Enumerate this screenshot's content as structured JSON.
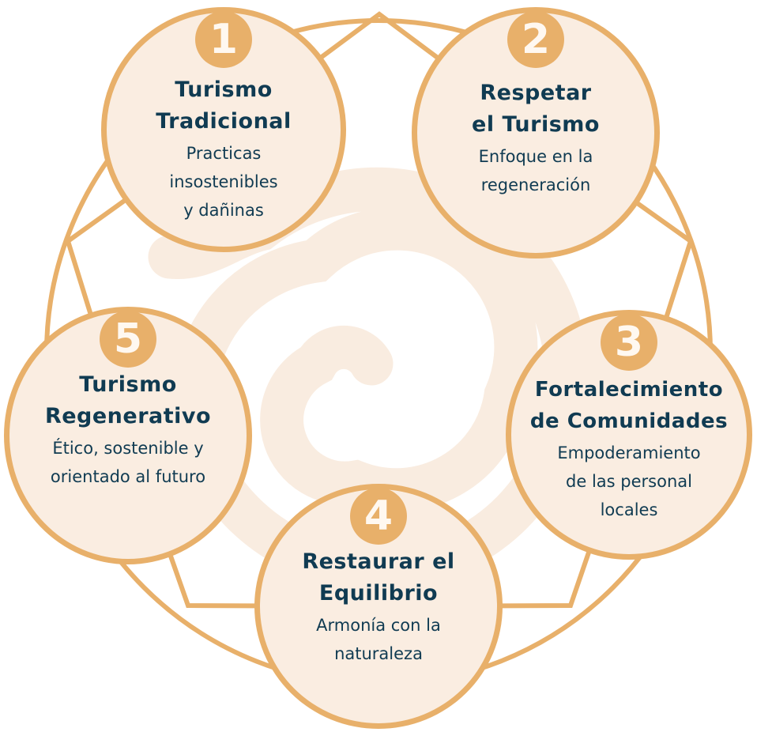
{
  "colors": {
    "accent": "#E8B06A",
    "fill": "#FAEDE1",
    "text": "#103B52",
    "spiral": "#F9ECE0"
  },
  "steps": [
    {
      "number": "1",
      "title": [
        "Turismo",
        "Tradicional"
      ],
      "desc": [
        "Practicas",
        "insostenibles",
        "y dañinas"
      ]
    },
    {
      "number": "2",
      "title": [
        "Respetar",
        "el Turismo"
      ],
      "desc": [
        "Enfoque en la",
        "regeneración"
      ]
    },
    {
      "number": "3",
      "title": [
        "Fortalecimiento",
        "de Comunidades"
      ],
      "desc": [
        "Empoderamiento",
        "de las personal",
        "locales"
      ]
    },
    {
      "number": "4",
      "title": [
        "Restaurar el",
        "Equilibrio"
      ],
      "desc": [
        "Armonía con la",
        "naturaleza"
      ]
    },
    {
      "number": "5",
      "title": [
        "Turismo",
        "Regenerativo"
      ],
      "desc": [
        "Ético, sostenible y",
        "orientado al futuro"
      ]
    }
  ]
}
